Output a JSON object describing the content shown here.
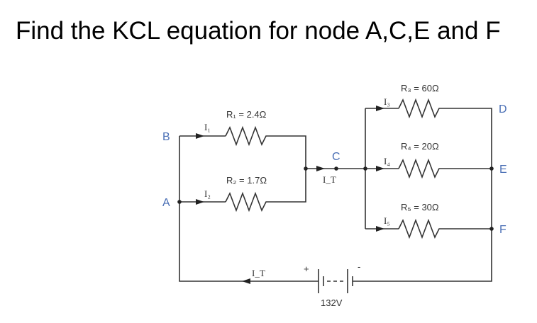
{
  "title": "Find the KCL equation for node A,C,E and F",
  "circuit": {
    "nodes": {
      "A": "A",
      "B": "B",
      "C": "C",
      "D": "D",
      "E": "E",
      "F": "F"
    },
    "resistors": {
      "r1": "R₁ = 2.4Ω",
      "r2": "R₂ = 1.7Ω",
      "r3": "R₃ = 60Ω",
      "r4": "R₄ = 20Ω",
      "r5": "R₅ = 30Ω"
    },
    "currents": {
      "i1": "I₁",
      "i2": "I₂",
      "i3": "I₃",
      "i4": "I₄",
      "i5": "I₅",
      "it_mid": "I_T",
      "it_bottom": "I_T"
    },
    "battery": {
      "voltage": "132V",
      "plus": "+",
      "minus": "-"
    },
    "colors": {
      "wire": "#333333",
      "node_label": "#4a6fb5"
    }
  }
}
